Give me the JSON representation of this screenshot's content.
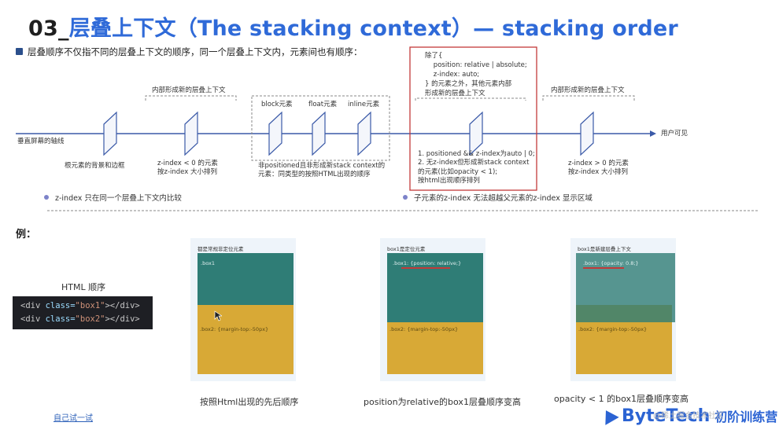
{
  "title": {
    "number": "03_",
    "text": "层叠上下文（The stacking context）— stacking order"
  },
  "bullet": "层叠顺序不仅指不同的层叠上下文的顺序，同一个层叠上下文内，元素间也有顺序：",
  "diagram": {
    "axis_left": "垂直屏幕的轴线",
    "axis_right": "用户可见",
    "root_layer": "根元素的背景和边框",
    "neg_group_title": "内部形成新的层叠上下文",
    "neg_layer": [
      "z-index < 0 的元素",
      "按z-index 大小排列"
    ],
    "block_label": "block元素",
    "float_label": "float元素",
    "inline_label": "inline元素",
    "nonpos_desc": [
      "非positioned且非形成新stack context的",
      "元素：同类型的按照HTML出现的顺序"
    ],
    "except_text": [
      "除了{",
      "    position: relative | absolute;",
      "    z-index: auto;",
      "} 的元素之外，其他元素内部",
      "形成新的层叠上下文"
    ],
    "zero_desc": [
      "1. positioned && z-index为auto | 0;",
      "2. 无z-index但形成新stack context",
      "的元素(比如opacity < 1);",
      "按html出现顺序排列"
    ],
    "pos_group_title": "内部形成新的层叠上下文",
    "pos_layer": [
      "z-index > 0 的元素",
      "按z-index 大小排列"
    ],
    "note_left": "z-index 只在同一个层叠上下文内比较",
    "note_right": "子元素的z-index 无法超越父元素的z-index 显示区域"
  },
  "example": {
    "label": "例：",
    "html_label": "HTML 顺序",
    "code_lines": [
      {
        "open": "<div ",
        "attr": "class=",
        "val": "\"box1\"",
        "close": "></div>"
      },
      {
        "open": "<div ",
        "attr": "class=",
        "val": "\"box2\"",
        "close": "></div>"
      }
    ],
    "panels": [
      {
        "caption": "都是常规非定位元素",
        "box1": ".box1",
        "box2": ".box2: {margin-top:-50px}",
        "bottom": "按照Html出现的先后顺序"
      },
      {
        "caption": "box1是定位元素",
        "box1": ".box1: {position: relative;}",
        "box2": ".box2: {margin-top:-50px}",
        "bottom": "position为relative的box1层叠顺序变高"
      },
      {
        "caption": "box1是新建层叠上下文",
        "box1": ".box1: {opacity: 0.8;}",
        "box2": ".box2: {margin-top:-50px}",
        "bottom": "opacity < 1 的box1层叠顺序变高"
      }
    ]
  },
  "footer": {
    "try_link": "自己试一试",
    "logo": "ByteTech",
    "logo_sub": "初阶训练营",
    "watermark": "@稀土掘金技术社区"
  },
  "colors": {
    "accent": "#2f6ad8",
    "teal": "#2f7d76",
    "gold": "#d8a936",
    "red": "#c23a3a",
    "axis": "#3b5aa8"
  }
}
